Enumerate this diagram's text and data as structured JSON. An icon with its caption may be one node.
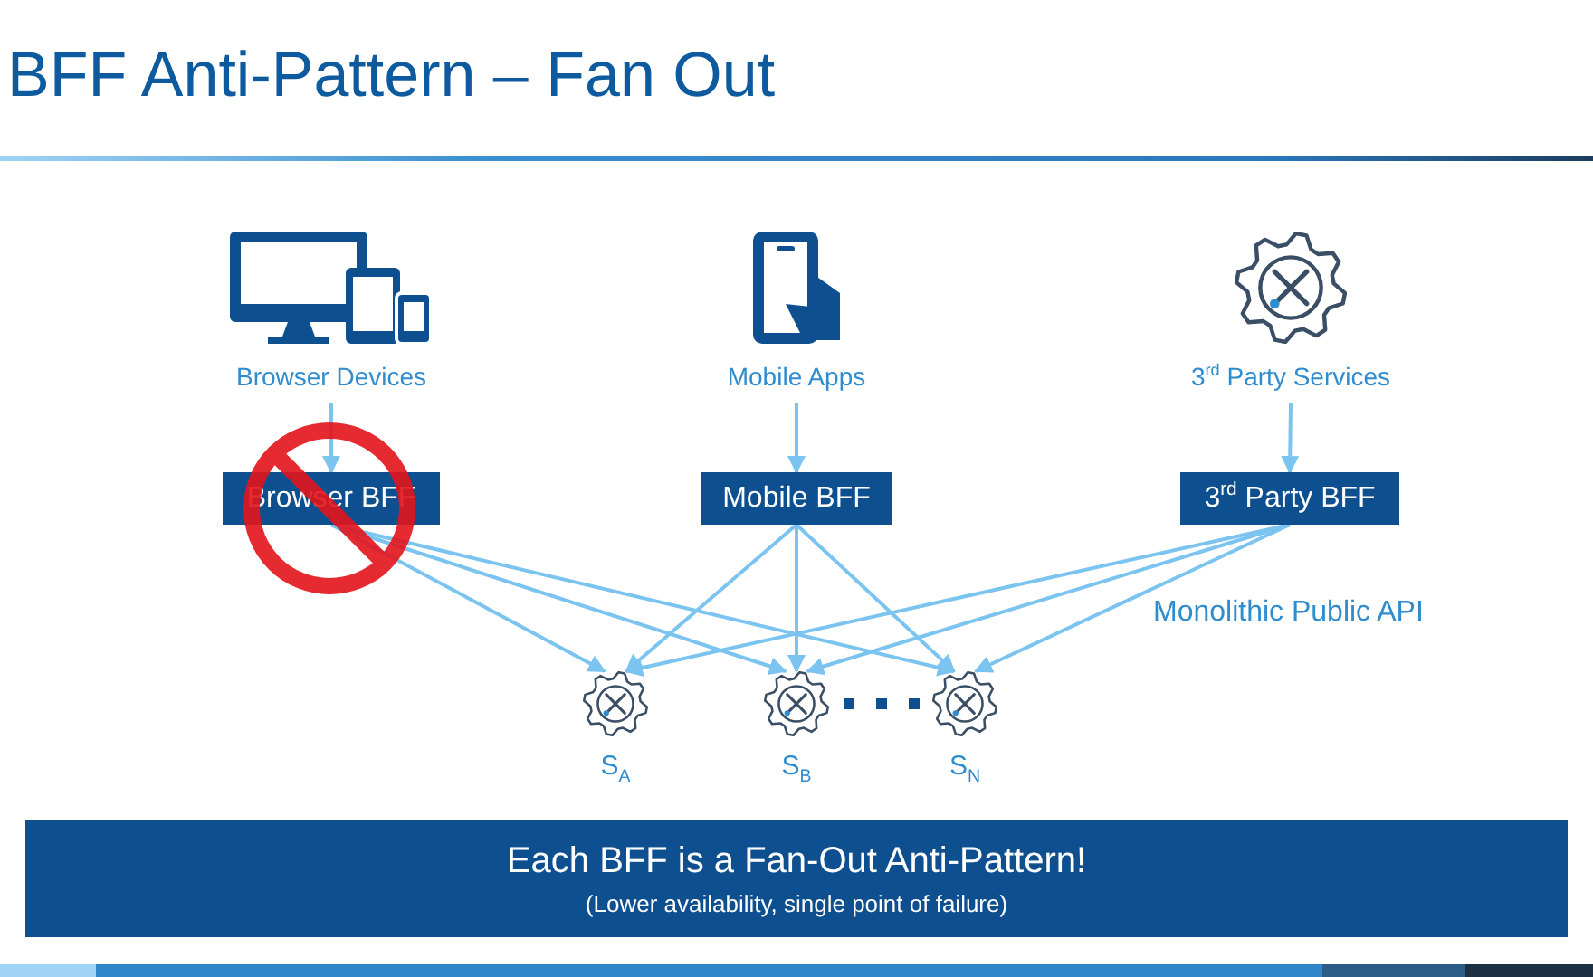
{
  "diagram": {
    "title": "BFF Anti-Pattern – Fan Out",
    "nodes": [
      {
        "text": [
          "Browser Devices"
        ]
      },
      {
        "text": [
          "Mobile Apps"
        ]
      },
      {
        "text": [
          "3$^{rd}$ Party Services"
        ]
      },
      {
        "text": [
          "Browser BFF"
        ]
      },
      {
        "text": [
          "Mobile BFF"
        ]
      },
      {
        "text": [
          "3$^{rd}$ Party BFF"
        ]
      },
      {
        "text": [
          "S$_{A}$"
        ]
      },
      {
        "text": [
          "S$_{B}$"
        ]
      },
      {
        "text": [
          "S$_{N}$"
        ]
      },
      {
        "text": [
          "Each BFF is a Fan-Out Anti-Pattern!",
          "(Lower availability, single point of failure)"
        ]
      }
    ],
    "edges": [
      {
        "from": 0,
        "to": 3,
        "arrow": "to"
      },
      {
        "from": 1,
        "to": 4,
        "arrow": "to"
      },
      {
        "from": 2,
        "to": 5,
        "arrow": "to"
      },
      {
        "from": 3,
        "to": 6,
        "arrow": "to"
      },
      {
        "from": 3,
        "to": 7,
        "arrow": "to"
      },
      {
        "from": 3,
        "to": 8,
        "arrow": "to"
      },
      {
        "from": 4,
        "to": 6,
        "arrow": "to"
      },
      {
        "from": 4,
        "to": 7,
        "arrow": "to"
      },
      {
        "from": 4,
        "to": 8,
        "arrow": "to"
      },
      {
        "from": 5,
        "to": 6,
        "arrow": "to"
      },
      {
        "from": 5,
        "to": 7,
        "arrow": "to"
      },
      {
        "from": 5,
        "to": 8,
        "arrow": "to"
      }
    ],
    "labels": [
      "Monolithic Public API"
    ]
  }
}
